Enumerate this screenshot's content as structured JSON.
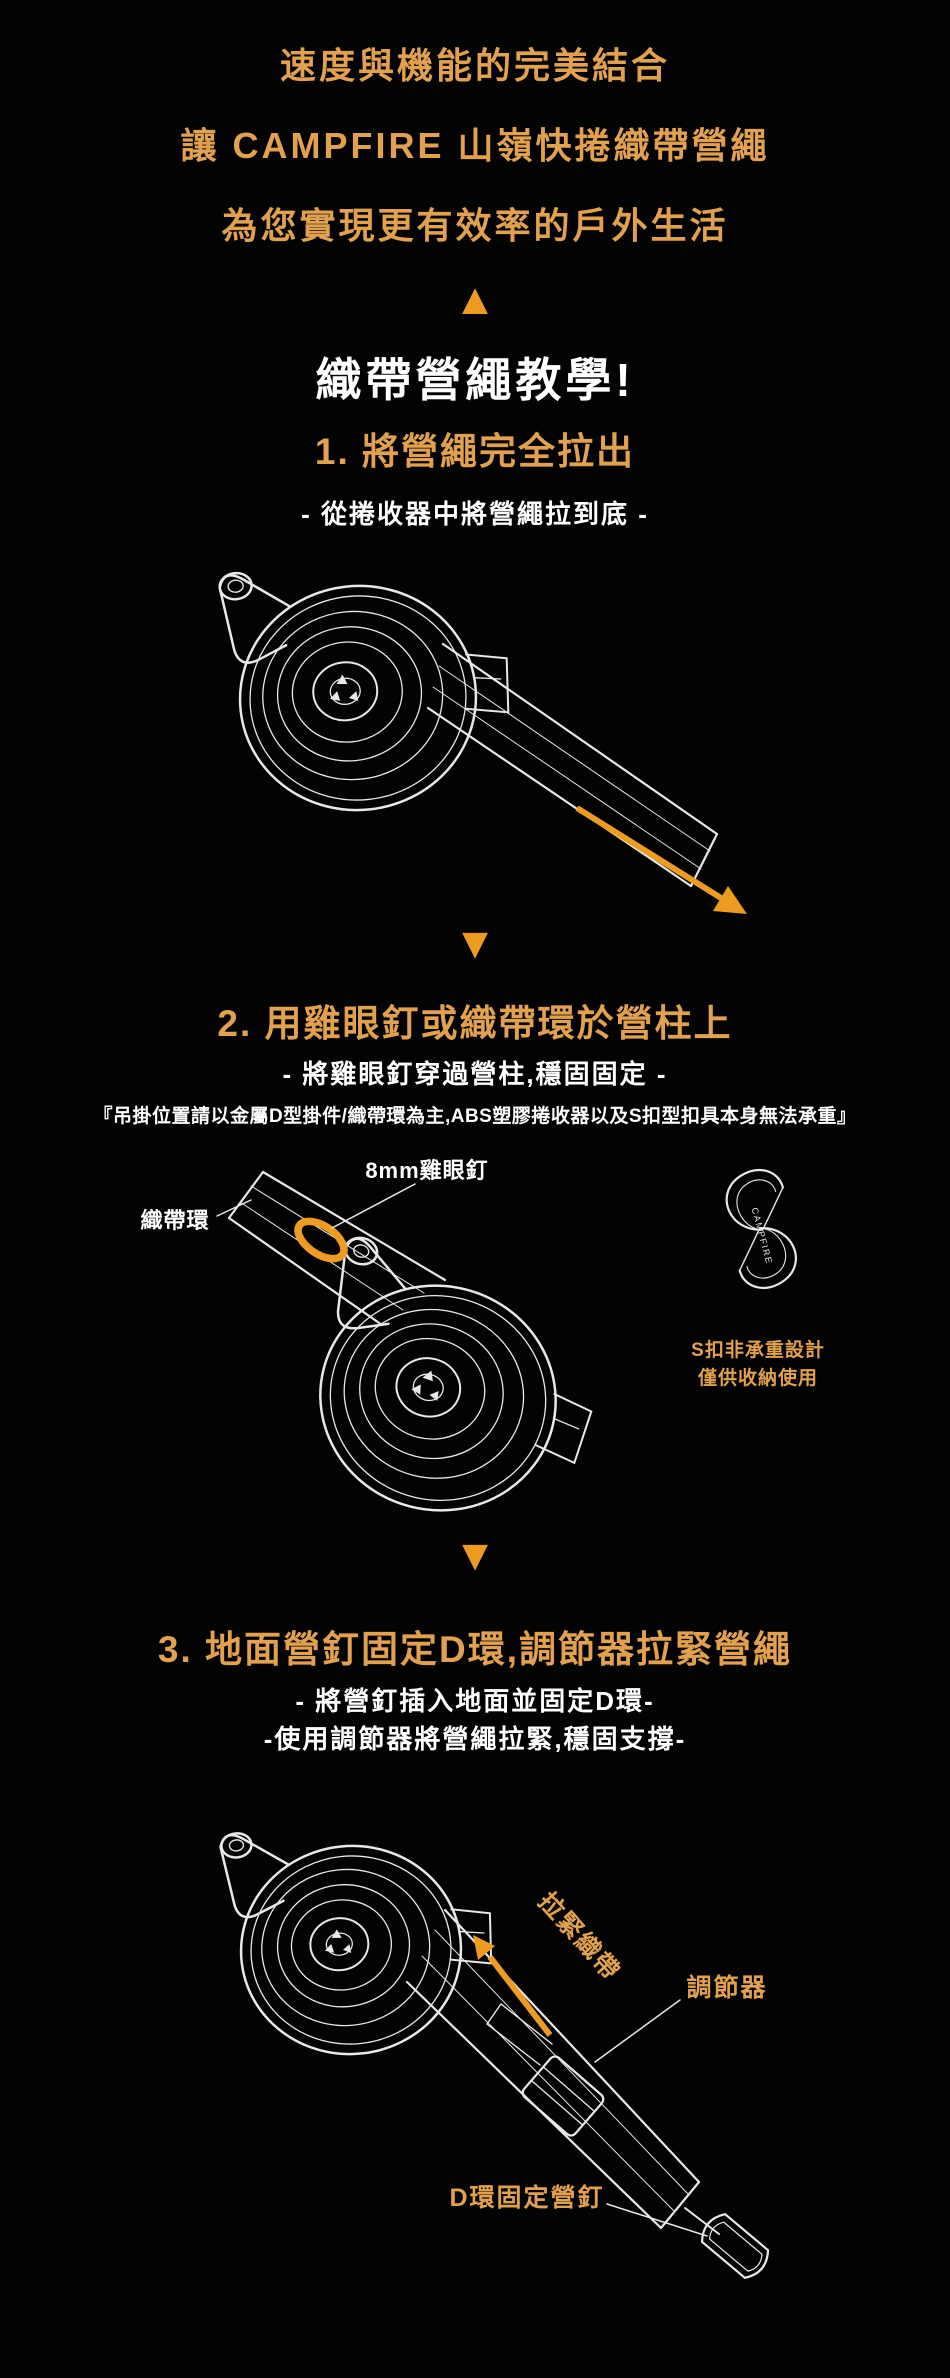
{
  "colors": {
    "background": "#030303",
    "accent_gold": "#E2A14E",
    "accent_orange": "#ED9C21",
    "text_white": "#FFFFFF",
    "line_art": "#E8E8E8"
  },
  "icons": {
    "up_triangle": "▲",
    "down_triangle": "▼"
  },
  "intro": {
    "line1": "速度與機能的完美結合",
    "line2": "讓 CAMPFIRE 山嶺快捲織帶營繩",
    "line3": "為您實現更有效率的戶外生活"
  },
  "tutorial": {
    "title": "織帶營繩教學!"
  },
  "step1": {
    "heading": "1. 將營繩完全拉出",
    "subtitle": "- 從捲收器中將營繩拉到底 -"
  },
  "step2": {
    "heading": "2. 用雞眼釘或織帶環於營柱上",
    "subtitle": "- 將雞眼釘穿過營柱,穩固固定 -",
    "note": "『吊掛位置請以金屬D型掛件/織帶環為主,ABS塑膠捲收器以及S扣型扣具本身無法承重』",
    "labels": {
      "eyelet": "8mm雞眼釘",
      "webbing_loop": "織帶環",
      "sbiner_brand": "CAMPFIRE",
      "sbiner_note_line1": "S扣非承重設計",
      "sbiner_note_line2": "僅供收納使用"
    }
  },
  "step3": {
    "heading": "3. 地面營釘固定D環,調節器拉緊營繩",
    "subtitle_line1": "- 將營釘插入地面並固定D環-",
    "subtitle_line2": "-使用調節器將營繩拉緊,穩固支撐-",
    "labels": {
      "pull": "拉緊織帶",
      "adjuster": "調節器",
      "dring": "D環固定營釘"
    }
  }
}
